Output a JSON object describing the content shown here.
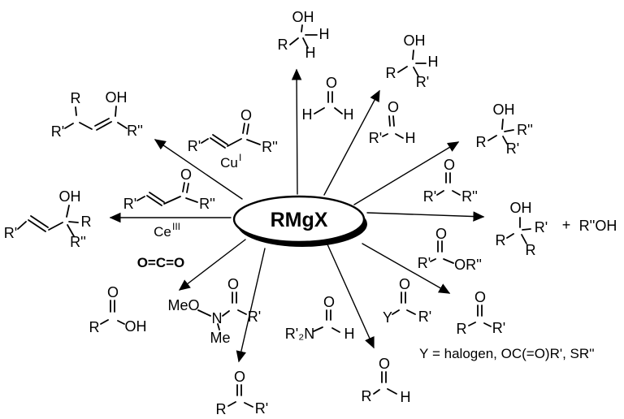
{
  "center": {
    "label": "RMgX"
  },
  "catalysts": {
    "cu": "Cu",
    "cu_sup": "I",
    "ce": "Ce",
    "ce_sup": "III"
  },
  "reagents": {
    "formaldehyde": {
      "o": "O",
      "h_left": "H",
      "h_right": "H"
    },
    "aldehyde": {
      "o": "O",
      "r1": "R'",
      "h": "H"
    },
    "ketone": {
      "o": "O",
      "r1": "R'",
      "r2": "R''"
    },
    "ester": {
      "o": "O",
      "r1": "R'",
      "or2": "OR''"
    },
    "acyl": {
      "o": "O",
      "y": "Y",
      "r1": "R'"
    },
    "formamide": {
      "o": "O",
      "nr2": "R'₂N",
      "h": "H"
    },
    "weinreb": {
      "o": "O",
      "meo": "MeO",
      "n": "N",
      "me": "Me",
      "r1": "R'"
    },
    "co2": {
      "formula": "O=C=O"
    },
    "enone_cu": {
      "o": "O",
      "r1": "R'",
      "r2": "R''"
    },
    "enone_ce": {
      "o": "O",
      "r1": "R'",
      "r2": "R''"
    }
  },
  "products": {
    "primary_alcohol": {
      "oh": "OH",
      "r": "R",
      "h1": "H",
      "h2": "H"
    },
    "secondary_alcohol": {
      "oh": "OH",
      "r": "R",
      "h": "H",
      "r1": "R'"
    },
    "tertiary_alcohol": {
      "oh": "OH",
      "r": "R",
      "r1": "R'",
      "r2": "R''"
    },
    "ester_tertiary_alcohol": {
      "oh": "OH",
      "r_left": "R",
      "r1": "R'",
      "r_down": "R",
      "plus": "+",
      "byproduct": "R''OH"
    },
    "ketone_from_acyl": {
      "o": "O",
      "r": "R",
      "r1": "R'"
    },
    "aldehyde_product": {
      "o": "O",
      "r": "R",
      "h": "H"
    },
    "ketone_from_weinreb": {
      "o": "O",
      "r": "R",
      "r1": "R'"
    },
    "carboxylic_acid": {
      "o": "O",
      "r": "R",
      "oh": "OH"
    },
    "allylic_alcohol": {
      "oh": "OH",
      "r": "R",
      "r1": "R'",
      "r2": "R''"
    },
    "enol_conjugate_addition": {
      "oh": "OH",
      "r": "R",
      "r1": "R'",
      "r2": "R''"
    }
  },
  "note": {
    "y": "Y",
    "text": "= halogen, OC(=O)R', SR''"
  },
  "colors": {
    "blue": "#0000ff",
    "red": "#f40000",
    "purple": "#a020a0",
    "green": "#00a000",
    "cyan": "#2090d0",
    "navy": "#1414a0",
    "black": "#000000"
  }
}
